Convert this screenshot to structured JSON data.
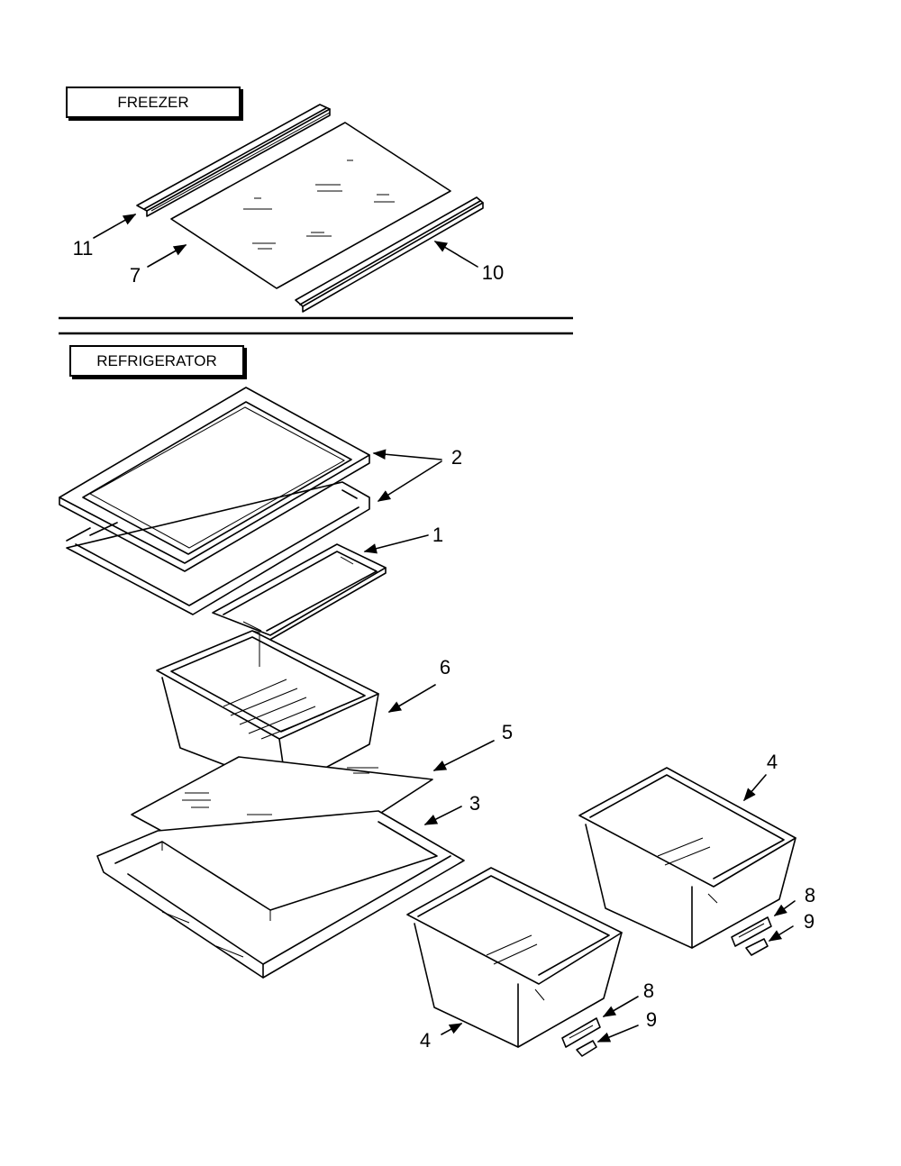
{
  "sections": {
    "freezer": "FREEZER",
    "refrigerator": "REFRIGERATOR"
  },
  "callouts": {
    "c11": "11",
    "c7": "7",
    "c10": "10",
    "c2": "2",
    "c1": "1",
    "c6": "6",
    "c5": "5",
    "c3": "3",
    "c4a": "4",
    "c4b": "4",
    "c8a": "8",
    "c9a": "9",
    "c8b": "8",
    "c9b": "9"
  }
}
